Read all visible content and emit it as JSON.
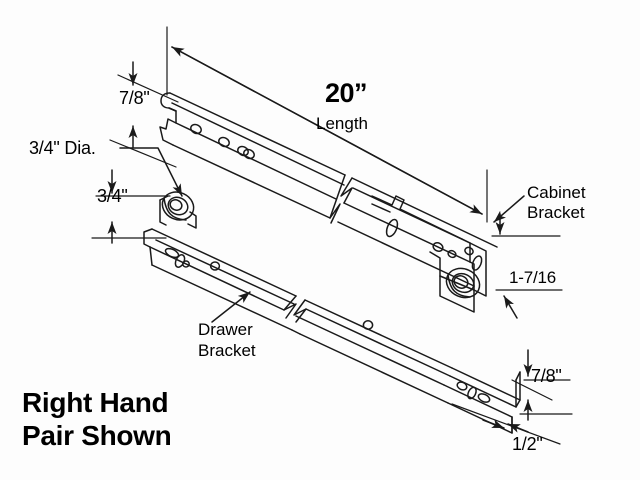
{
  "diagram": {
    "subject": "drawer slide rail assembly",
    "orientation_note": "Right Hand Pair Shown",
    "background_color": "#fdfdfd",
    "line_color": "#1a1a1a"
  },
  "labels": {
    "length_value": "20”",
    "length_caption": "Length",
    "height_top": "7/8\"",
    "roller_dia": "3/4\" Dia.",
    "roller_height": "3/4\"",
    "cabinet_bracket_line1": "Cabinet",
    "cabinet_bracket_line2": "Bracket",
    "bracket_height": "1-7/16",
    "drawer_bracket_line1": "Drawer",
    "drawer_bracket_line2": "Bracket",
    "rail_height_bottom": "7/8\"",
    "rail_width_bottom": "1/2\"",
    "title_line1": "Right Hand",
    "title_line2": "Pair Shown"
  }
}
